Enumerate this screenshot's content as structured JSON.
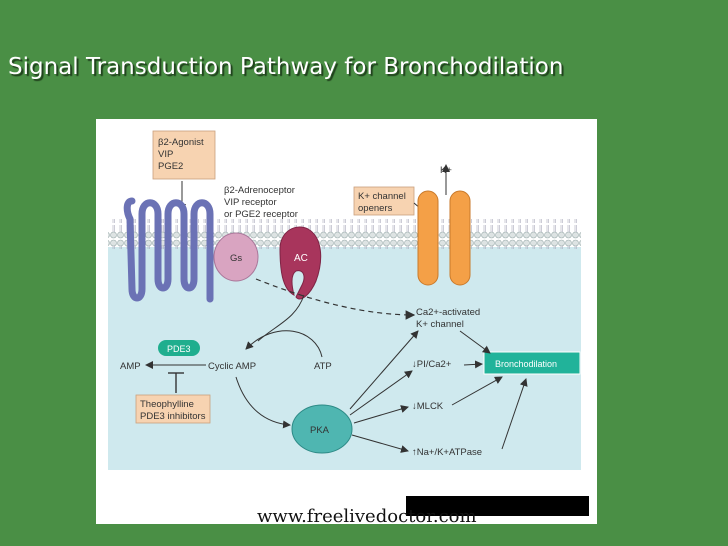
{
  "slide": {
    "title": "Signal Transduction Pathway for Bronchodilation",
    "footer_url": "www.freelivedoctor.com"
  },
  "diagram": {
    "agonist_box": [
      "β2-Agonist",
      "VIP",
      "PGE2"
    ],
    "receptor_label": [
      "β2-Adrenoceptor",
      "VIP receptor",
      "or PGE2 receptor"
    ],
    "k_channel_box": [
      "K+ channel",
      "openers"
    ],
    "k_ion": "K+",
    "gs": "Gs",
    "ac": "AC",
    "ca_k_channel": [
      "Ca2+-activated",
      "K+ channel"
    ],
    "pde3": "PDE3",
    "amp": "AMP",
    "cyclic_amp": "Cyclic AMP",
    "atp": "ATP",
    "pi_ca": "↓PI/Ca2+",
    "bronchodilation": "Bronchodilation",
    "theophylline_box": [
      "Theophylline",
      "PDE3 inhibitors"
    ],
    "pka": "PKA",
    "mlck": "↓MLCK",
    "atpase": "↑Na+/K+ATPase"
  },
  "colors": {
    "background": "#4a8f45",
    "membrane_head": "#e5eaea",
    "cytoplasm": "#cfe9ee",
    "receptor": "#6b72b5",
    "gs": "#d9a4c1",
    "ac": "#a8355c",
    "channel": "#f4a047",
    "label_box": "#f7d3b1",
    "pde3": "#1fae8e",
    "pka": "#4fb6b1",
    "bronch_box": "#21b39a"
  }
}
